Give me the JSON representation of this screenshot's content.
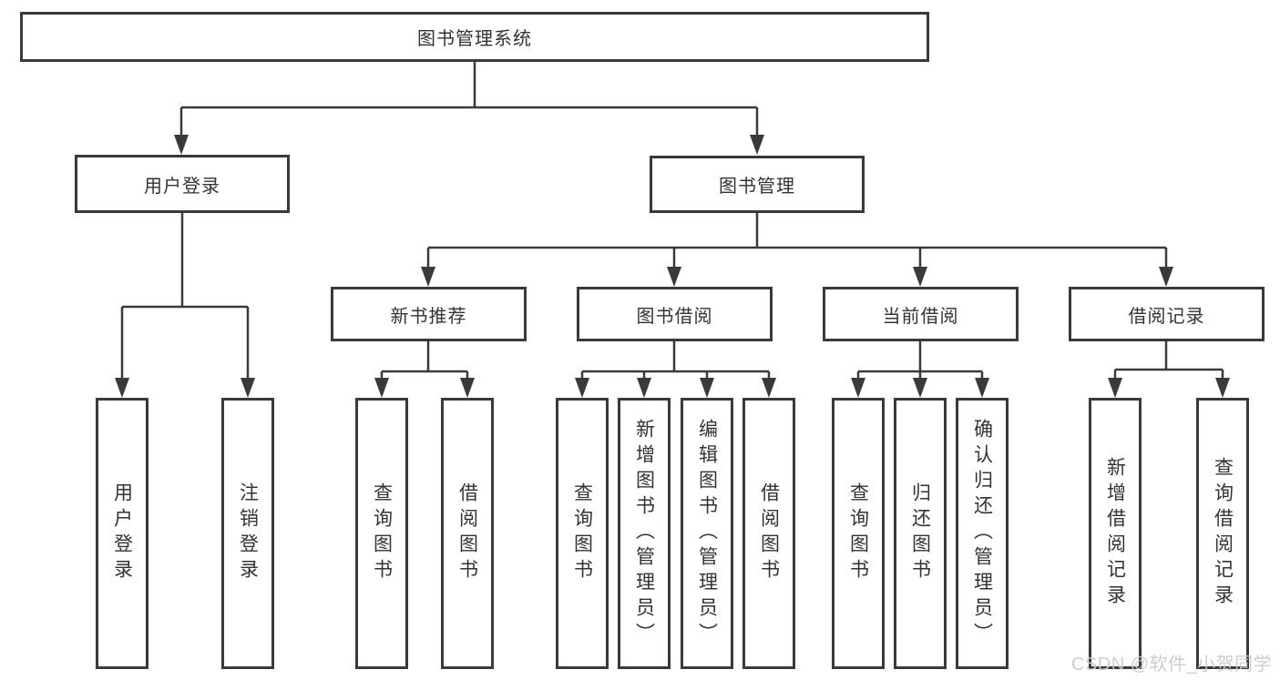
{
  "tree": {
    "label": "图书管理系统",
    "children": [
      {
        "label": "用户登录",
        "children": [
          {
            "label": "用户登录"
          },
          {
            "label": "注销登录"
          }
        ]
      },
      {
        "label": "图书管理",
        "children": [
          {
            "label": "新书推荐",
            "children": [
              {
                "label": "查询图书"
              },
              {
                "label": "借阅图书"
              }
            ]
          },
          {
            "label": "图书借阅",
            "children": [
              {
                "label": "查询图书"
              },
              {
                "label": "新增图书（管理员）"
              },
              {
                "label": "编辑图书（管理员）"
              },
              {
                "label": "借阅图书"
              }
            ]
          },
          {
            "label": "当前借阅",
            "children": [
              {
                "label": "查询图书"
              },
              {
                "label": "归还图书"
              },
              {
                "label": "确认归还（管理员）"
              }
            ]
          },
          {
            "label": "借阅记录",
            "children": [
              {
                "label": "新增借阅记录"
              },
              {
                "label": "查询借阅记录"
              }
            ]
          }
        ]
      }
    ]
  },
  "watermark": {
    "text": "CSDN @软件_小贺同学"
  },
  "colors": {
    "line": "#3a3a3a",
    "border": "#3a3a3a",
    "text": "#333333",
    "watermark": "#cbcbcb",
    "background": "#ffffff"
  }
}
